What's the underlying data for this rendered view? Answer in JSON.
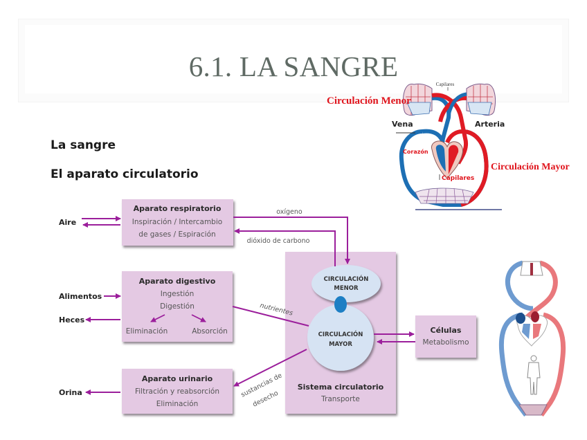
{
  "slide": {
    "title": "6.1. LA SANGRE",
    "heading": "La sangre",
    "subheading": "El aparato circulatorio"
  },
  "colors": {
    "box_fill": "#e4c9e3",
    "box_shadow": "#8a7f8a",
    "arrow": "#9b1e9b",
    "ellipse_fill": "#d6e3f3",
    "connector_blue": "#1d7fc4",
    "artery_red": "#e01b24",
    "vein_blue": "#1d6fb4",
    "label_red": "#e0141c"
  },
  "inputs_outputs": {
    "aire": "Aire",
    "alimentos": "Alimentos",
    "heces": "Heces",
    "orina": "Orina"
  },
  "boxes": {
    "respiratorio": {
      "title": "Aparato respiratorio",
      "lines": [
        "Inspiración / Intercambio",
        "de gases / Espiración"
      ]
    },
    "digestivo": {
      "title": "Aparato digestivo",
      "lines": [
        "Ingestión",
        "Digestión"
      ],
      "branch_left": "Eliminación",
      "branch_right": "Absorción"
    },
    "urinario": {
      "title": "Aparato urinario",
      "lines": [
        "Filtración y reabsorción",
        "Eliminación"
      ]
    },
    "circulatorio": {
      "title": "Sistema circulatorio",
      "subtitle": "Transporte",
      "menor": [
        "CIRCULACIÓN",
        "MENOR"
      ],
      "mayor": [
        "CIRCULACIÓN",
        "MAYOR"
      ]
    },
    "celulas": {
      "title": "Células",
      "subtitle": "Metabolismo"
    }
  },
  "flows": {
    "oxigeno": "oxígeno",
    "dioxido": "dióxido de carbono",
    "nutrientes": "nutrientes",
    "desecho_1": "sustancias de",
    "desecho_2": "desecho"
  },
  "heart_illustration": {
    "capilares_top": "Capilares",
    "circulacion_menor": "Circulación Menor",
    "circulacion_mayor": "Circulación Mayor",
    "vena": "Vena",
    "arteria": "Arteria",
    "corazon": "Corazón",
    "capilares_bottom": "Capilares"
  }
}
